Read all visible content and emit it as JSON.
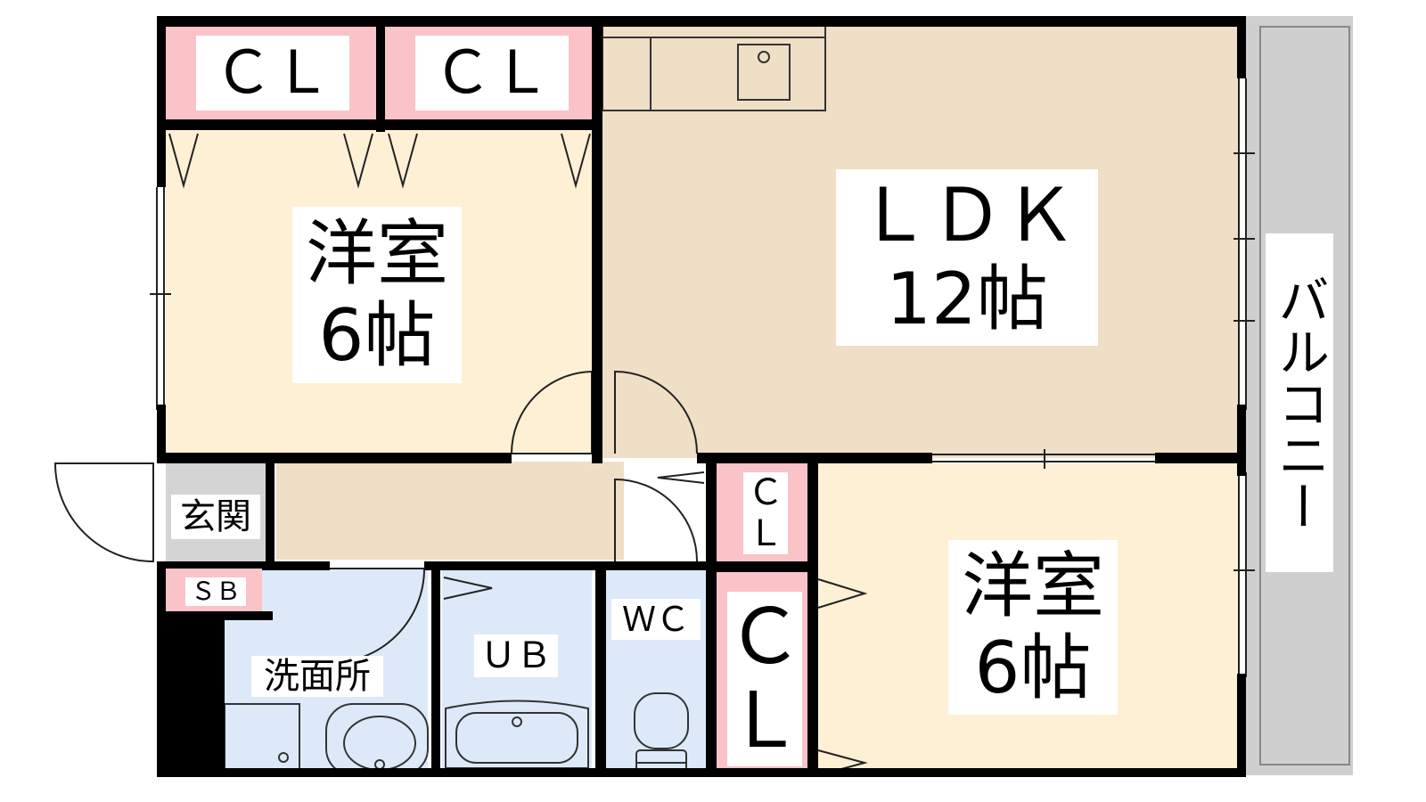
{
  "colors": {
    "wall": "#000000",
    "western_room": "#fdf0d5",
    "ldk": "#efdfc7",
    "wet_area": "#dde9f8",
    "closet": "#f9c3c8",
    "entrance": "#d4d4d4",
    "balcony": "#cfcfcf"
  },
  "rooms": {
    "western_left": {
      "name": "洋室",
      "size": "6帖"
    },
    "western_right": {
      "name": "洋室",
      "size": "6帖"
    },
    "ldk": {
      "name": "ＬＤＫ",
      "size": "12帖"
    },
    "balcony": {
      "name": "バルコニー"
    },
    "entrance": {
      "name": "玄関"
    },
    "shoe_box": {
      "name": "ＳＢ"
    },
    "washroom": {
      "name": "洗面所"
    },
    "bath": {
      "name": "ＵＢ"
    },
    "toilet": {
      "name": "ＷＣ"
    },
    "closet_top_left": {
      "name": "ＣＬ"
    },
    "closet_top_mid": {
      "name": "ＣＬ"
    },
    "closet_small": {
      "line1": "Ｃ",
      "line2": "Ｌ"
    },
    "closet_large": {
      "line1": "Ｃ",
      "line2": "Ｌ"
    }
  }
}
